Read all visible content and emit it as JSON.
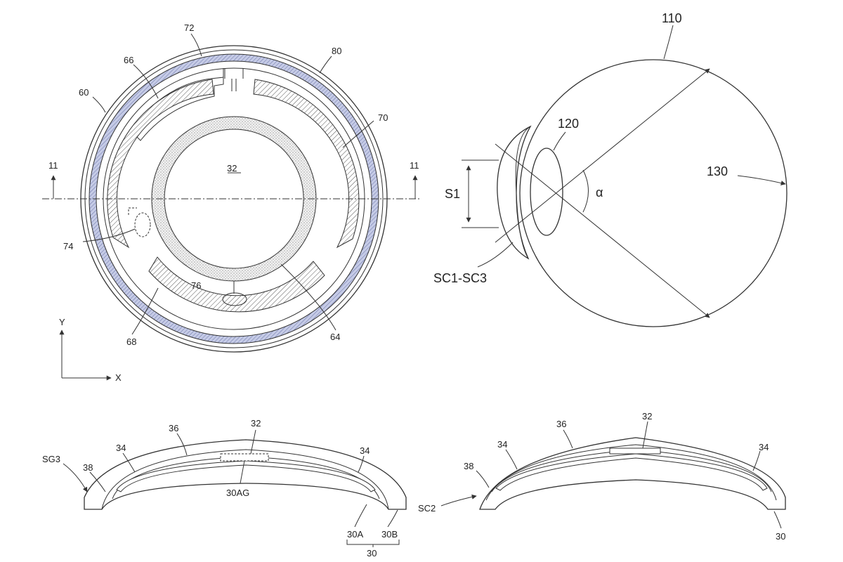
{
  "top_view": {
    "ref_72": "72",
    "ref_80": "80",
    "ref_66": "66",
    "ref_60": "60",
    "ref_70": "70",
    "ref_32": "32",
    "ref_11_left": "11",
    "ref_11_right": "11",
    "ref_74": "74",
    "ref_76": "76",
    "ref_68": "68",
    "ref_64": "64",
    "axis_y": "Y",
    "axis_x": "X"
  },
  "eye_view": {
    "ref_110": "110",
    "ref_120": "120",
    "ref_130": "130",
    "ref_s1": "S1",
    "ref_alpha": "α",
    "ref_sc": "SC1-SC3"
  },
  "section_left": {
    "ref_36": "36",
    "ref_32": "32",
    "ref_34a": "34",
    "ref_34b": "34",
    "ref_sg3": "SG3",
    "ref_38": "38",
    "ref_30ag": "30AG",
    "ref_30a": "30A",
    "ref_30b": "30B",
    "ref_30": "30"
  },
  "section_right": {
    "ref_36": "36",
    "ref_32": "32",
    "ref_34a": "34",
    "ref_34b": "34",
    "ref_38": "38",
    "ref_sc2": "SC2",
    "ref_30": "30"
  }
}
